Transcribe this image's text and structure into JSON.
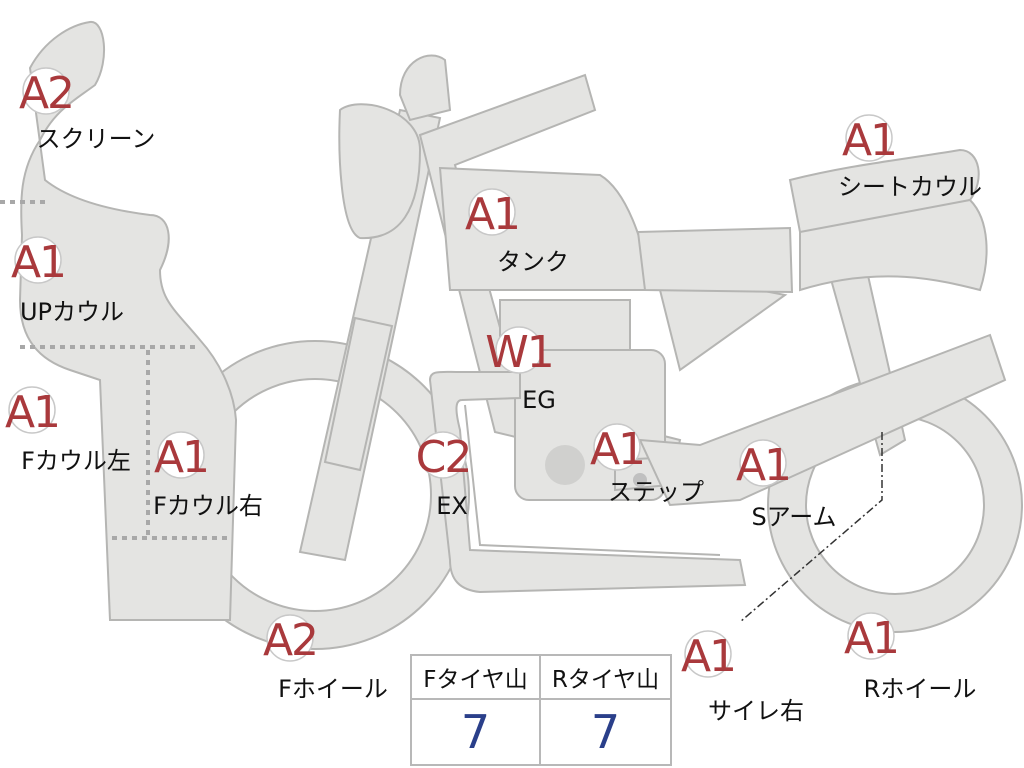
{
  "parts": [
    {
      "id": "screen",
      "grade": "A2",
      "name": "スクリーン"
    },
    {
      "id": "up-cowl",
      "grade": "A1",
      "name": "UPカウル"
    },
    {
      "id": "f-cowl-left",
      "grade": "A1",
      "name": "Fカウル左"
    },
    {
      "id": "f-cowl-right",
      "grade": "A1",
      "name": "Fカウル右"
    },
    {
      "id": "f-wheel",
      "grade": "A2",
      "name": "Fホイール"
    },
    {
      "id": "tank",
      "grade": "A1",
      "name": "タンク"
    },
    {
      "id": "engine",
      "grade": "W1",
      "name": "EG"
    },
    {
      "id": "exhaust",
      "grade": "C2",
      "name": "EX"
    },
    {
      "id": "step",
      "grade": "A1",
      "name": "ステップ"
    },
    {
      "id": "swingarm",
      "grade": "A1",
      "name": "Sアーム"
    },
    {
      "id": "seat-cowl",
      "grade": "A1",
      "name": "シートカウル"
    },
    {
      "id": "muffler-right",
      "grade": "A1",
      "name": "サイレ右"
    },
    {
      "id": "r-wheel",
      "grade": "A1",
      "name": "Rホイール"
    }
  ],
  "tire_table": {
    "front_label": "Fタイヤ山",
    "rear_label": "Rタイヤ山",
    "front_value": "7",
    "rear_value": "7"
  },
  "colors": {
    "grade": "#a9393c",
    "tire_value": "#2a3f8a",
    "body": "#e4e4e2"
  }
}
